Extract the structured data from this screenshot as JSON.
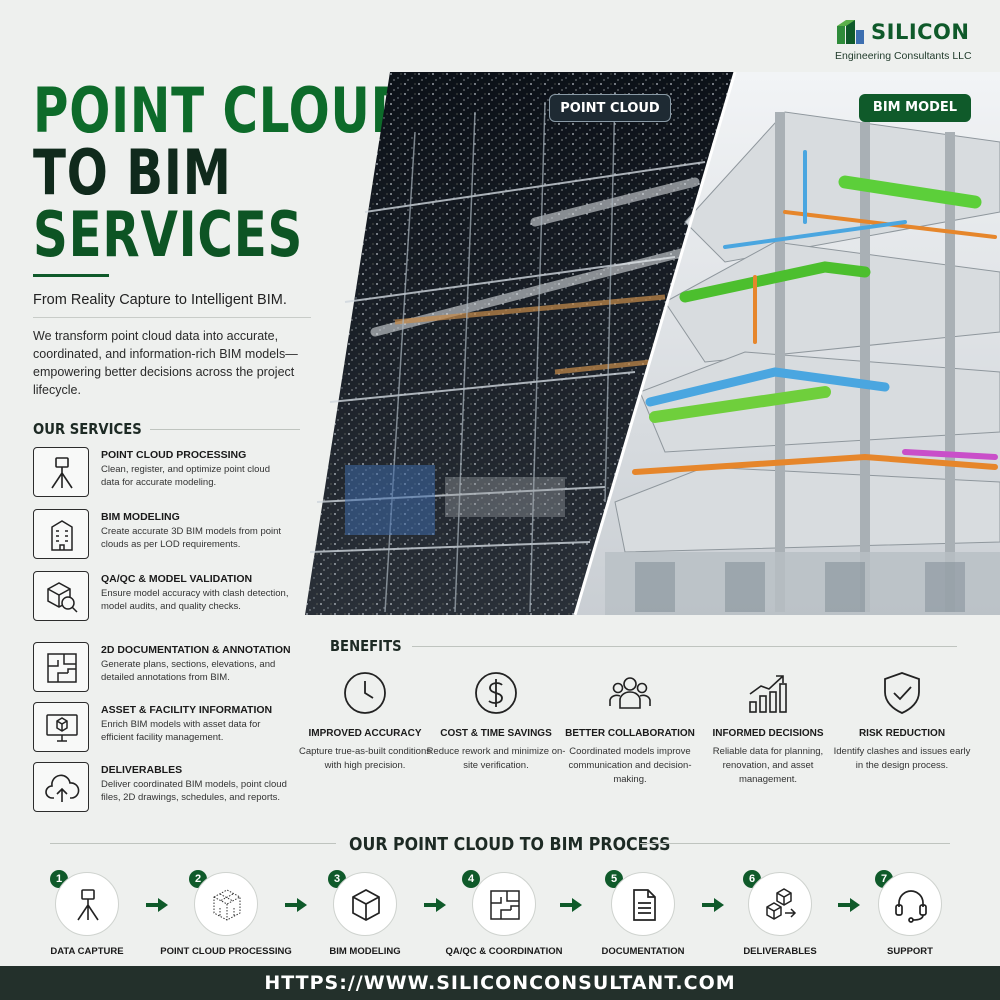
{
  "brand": {
    "name": "SILICON",
    "subtitle": "Engineering Consultants LLC"
  },
  "hero": {
    "title_line1": "POINT CLOUD",
    "title_line2": "TO BIM",
    "title_line3": "SERVICES",
    "tagline": "From Reality Capture to Intelligent BIM.",
    "intro": "We transform point cloud data into accurate, coordinated, and information-rich BIM models—empowering better decisions across the project lifecycle."
  },
  "image_labels": {
    "left": "POINT CLOUD",
    "right": "BIM MODEL"
  },
  "services": {
    "heading": "OUR SERVICES",
    "items": [
      {
        "icon": "tripod-scanner-icon",
        "title": "POINT CLOUD PROCESSING",
        "desc": "Clean, register, and optimize point cloud data for accurate modeling."
      },
      {
        "icon": "building-icon",
        "title": "BIM MODELING",
        "desc": "Create accurate 3D BIM models from point clouds as per LOD requirements."
      },
      {
        "icon": "cube-magnifier-icon",
        "title": "QA/QC & MODEL VALIDATION",
        "desc": "Ensure model accuracy with clash detection, model audits, and quality checks."
      },
      {
        "icon": "floor-plan-icon",
        "title": "2D DOCUMENTATION & ANNOTATION",
        "desc": "Generate plans, sections, elevations, and detailed annotations from BIM."
      },
      {
        "icon": "monitor-cube-icon",
        "title": "ASSET & FACILITY INFORMATION",
        "desc": "Enrich BIM models with asset data for efficient facility management."
      },
      {
        "icon": "cloud-upload-icon",
        "title": "DELIVERABLES",
        "desc": "Deliver coordinated BIM models, point cloud files, 2D drawings, schedules, and reports."
      }
    ]
  },
  "benefits": {
    "heading": "BENEFITS",
    "items": [
      {
        "icon": "clock-icon",
        "title": "IMPROVED ACCURACY",
        "desc": "Capture true-as-built conditions with high precision."
      },
      {
        "icon": "dollar-icon",
        "title": "COST & TIME SAVINGS",
        "desc": "Reduce rework and minimize on-site verification."
      },
      {
        "icon": "team-icon",
        "title": "BETTER COLLABORATION",
        "desc": "Coordinated models improve communication and decision-making."
      },
      {
        "icon": "growth-chart-icon",
        "title": "INFORMED DECISIONS",
        "desc": "Reliable data for planning, renovation, and asset management."
      },
      {
        "icon": "shield-check-icon",
        "title": "RISK REDUCTION",
        "desc": "Identify clashes and issues early in the design process."
      }
    ]
  },
  "process": {
    "heading": "OUR POINT CLOUD TO BIM PROCESS",
    "steps": [
      {
        "num": "1",
        "icon": "tripod-scanner-icon",
        "label": "DATA CAPTURE"
      },
      {
        "num": "2",
        "icon": "point-cloud-cube-icon",
        "label": "POINT CLOUD PROCESSING"
      },
      {
        "num": "3",
        "icon": "cube-icon",
        "label": "BIM MODELING"
      },
      {
        "num": "4",
        "icon": "floor-plan-icon",
        "label": "QA/QC & COORDINATION"
      },
      {
        "num": "5",
        "icon": "document-icon",
        "label": "DOCUMENTATION"
      },
      {
        "num": "6",
        "icon": "boxes-icon",
        "label": "DELIVERABLES"
      },
      {
        "num": "7",
        "icon": "headset-icon",
        "label": "SUPPORT"
      }
    ]
  },
  "footer": {
    "url": "HTTPS://WWW.SILICONCONSULTANT.COM"
  },
  "colors": {
    "brand_green": "#0f5a2a",
    "dark": "#23302b",
    "background": "#eef0ee"
  }
}
